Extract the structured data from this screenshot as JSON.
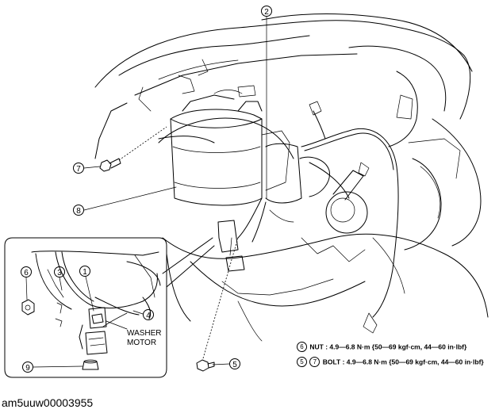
{
  "callouts": {
    "c1": "1",
    "c2": "2",
    "c3": "3",
    "c4": "4",
    "c5": "5",
    "c6": "6",
    "c7": "7",
    "c8": "8",
    "c9": "9"
  },
  "labels": {
    "washer_line1": "WASHER",
    "washer_line2": "MOTOR"
  },
  "specs": [
    {
      "nums": [
        "6"
      ],
      "text": "NUT : 4.9—6.8 N·m {50—69 kgf·cm, 44—60 in·lbf}"
    },
    {
      "nums": [
        "5",
        "7"
      ],
      "text": "BOLT : 4.9—6.8 N·m {50—69 kgf·cm, 44—60 in·lbf}"
    }
  ],
  "caption": "am5uuw00003955"
}
